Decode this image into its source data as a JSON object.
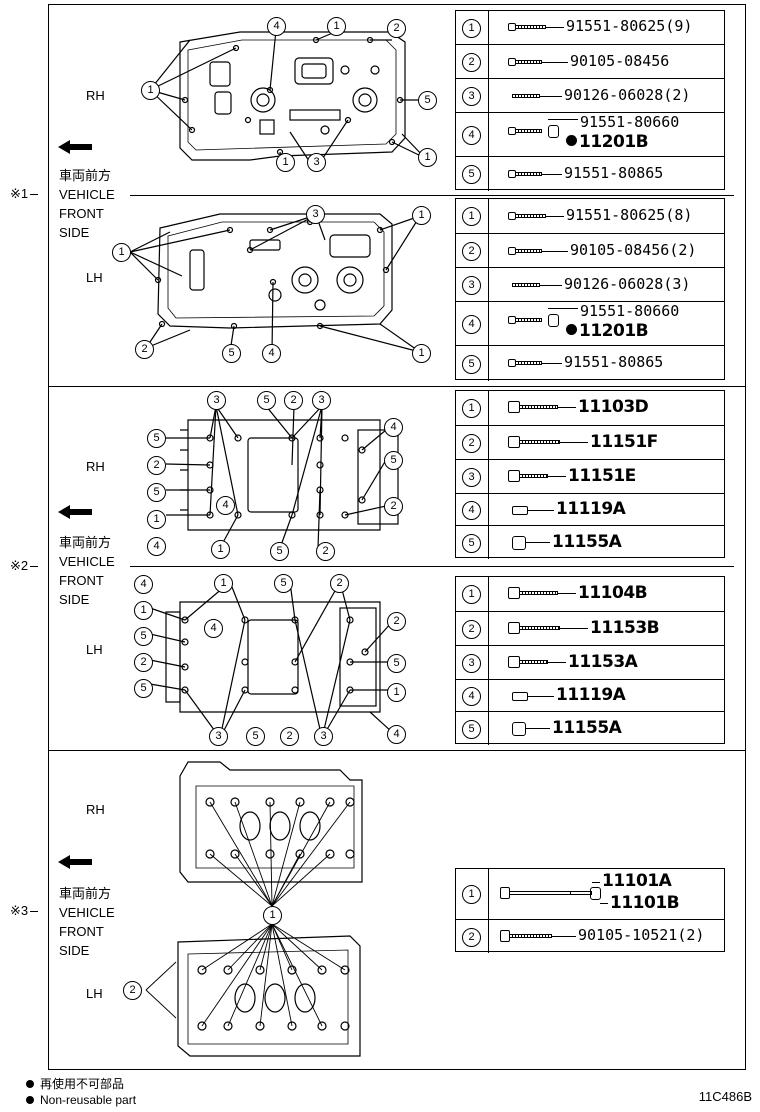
{
  "sections": [
    {
      "mark": "※1",
      "direction": {
        "jp": "車両前方",
        "en": [
          "VEHICLE",
          "FRONT",
          "SIDE"
        ]
      },
      "sides": [
        {
          "side": "RH",
          "parts": [
            {
              "n": "1",
              "pn": "91551-80625(9)",
              "kind": "bolt"
            },
            {
              "n": "2",
              "pn": "90105-08456",
              "kind": "bolt"
            },
            {
              "n": "3",
              "pn": "90126-06028(2)",
              "kind": "stud"
            },
            {
              "n": "4",
              "pn": "91551-80660",
              "pn2": "11201B",
              "kind": "bolt-washer"
            },
            {
              "n": "5",
              "pn": "91551-80865",
              "kind": "bolt"
            }
          ]
        },
        {
          "side": "LH",
          "parts": [
            {
              "n": "1",
              "pn": "91551-80625(8)",
              "kind": "bolt"
            },
            {
              "n": "2",
              "pn": "90105-08456(2)",
              "kind": "bolt"
            },
            {
              "n": "3",
              "pn": "90126-06028(3)",
              "kind": "stud"
            },
            {
              "n": "4",
              "pn": "91551-80660",
              "pn2": "11201B",
              "kind": "bolt-washer"
            },
            {
              "n": "5",
              "pn": "91551-80865",
              "kind": "bolt"
            }
          ]
        }
      ]
    },
    {
      "mark": "※2",
      "direction": {
        "jp": "車両前方",
        "en": [
          "VEHICLE",
          "FRONT",
          "SIDE"
        ]
      },
      "sides": [
        {
          "side": "RH",
          "parts": [
            {
              "n": "1",
              "pn": "11103D",
              "kind": "bolt"
            },
            {
              "n": "2",
              "pn": "11151F",
              "kind": "bolt"
            },
            {
              "n": "3",
              "pn": "11151E",
              "kind": "bolt"
            },
            {
              "n": "4",
              "pn": "11119A",
              "kind": "sleeve"
            },
            {
              "n": "5",
              "pn": "11155A",
              "kind": "collar"
            }
          ]
        },
        {
          "side": "LH",
          "parts": [
            {
              "n": "1",
              "pn": "11104B",
              "kind": "bolt"
            },
            {
              "n": "2",
              "pn": "11153B",
              "kind": "bolt"
            },
            {
              "n": "3",
              "pn": "11153A",
              "kind": "bolt"
            },
            {
              "n": "4",
              "pn": "11119A",
              "kind": "sleeve"
            },
            {
              "n": "5",
              "pn": "11155A",
              "kind": "collar"
            }
          ]
        }
      ]
    },
    {
      "mark": "※3",
      "direction": {
        "jp": "車両前方",
        "en": [
          "VEHICLE",
          "FRONT",
          "SIDE"
        ]
      },
      "sides": [
        {
          "side": "RH"
        },
        {
          "side": "LH"
        }
      ],
      "parts": [
        {
          "n": "1",
          "pn": "11101A",
          "pn2": "11101B",
          "kind": "long-bolt"
        },
        {
          "n": "2",
          "pn": "90105-10521(2)",
          "kind": "bolt"
        }
      ]
    }
  ],
  "callouts": {
    "s1rh": [
      "4",
      "1",
      "2",
      "1",
      "5",
      "1",
      "3",
      "1"
    ],
    "s1lh": [
      "3",
      "1",
      "1",
      "2",
      "5",
      "4",
      "1"
    ],
    "s2rh": [
      "3",
      "5",
      "2",
      "3",
      "4",
      "5",
      "2",
      "5",
      "4",
      "2",
      "1",
      "4",
      "1",
      "5",
      "2",
      "5"
    ],
    "s2lh": [
      "4",
      "1",
      "5",
      "2",
      "1",
      "5",
      "4",
      "2",
      "5",
      "2",
      "5",
      "1",
      "3",
      "5",
      "2",
      "3",
      "4"
    ],
    "s3": [
      "1",
      "2"
    ]
  },
  "legend": {
    "jp": "再使用不可部品",
    "en": "Non-reusable part"
  },
  "drawing_code": "11C486B",
  "colors": {
    "ink": "#000000",
    "paper": "#ffffff"
  }
}
